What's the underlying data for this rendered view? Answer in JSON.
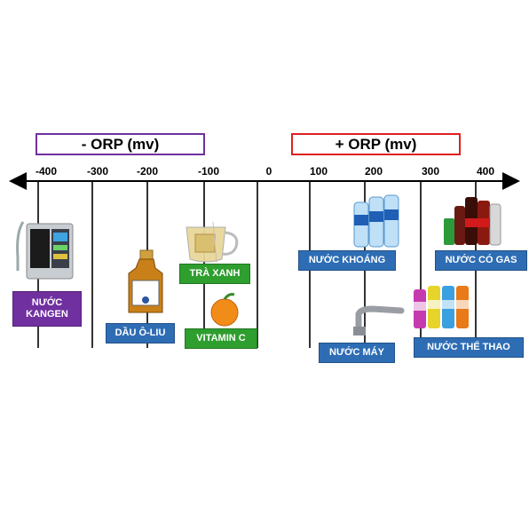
{
  "headers": {
    "negative": "- ORP (mv)",
    "positive": "+ ORP (mv)"
  },
  "axis": {
    "ticks": [
      "-400",
      "-300",
      "-200",
      "-100",
      "0",
      "100",
      "200",
      "300",
      "400"
    ]
  },
  "items": {
    "kangen": "NƯỚC\nKANGEN",
    "olive_oil": "DẦU Ô-LIU",
    "green_tea": "TRÀ XANH",
    "vitamin_c": "VITAMIN C",
    "mineral_water": "NƯỚC KHOÁNG",
    "soda": "NƯỚC CÓ GAS",
    "tap_water": "NƯỚC MÁY",
    "sports_drink": "NƯỚC THỂ THAO"
  },
  "colors": {
    "negative_frame": "#7030a0",
    "positive_frame": "#e02020",
    "kangen_box": "#7030a0",
    "blue_box": "#2e6db4",
    "green_box": "#2e9e2e"
  },
  "icons": [
    "water-ionizer-icon",
    "olive-oil-bottle-icon",
    "tea-cup-icon",
    "orange-icon",
    "water-bottles-icon",
    "soda-bottles-icon",
    "faucet-icon",
    "sports-drink-bottles-icon"
  ]
}
